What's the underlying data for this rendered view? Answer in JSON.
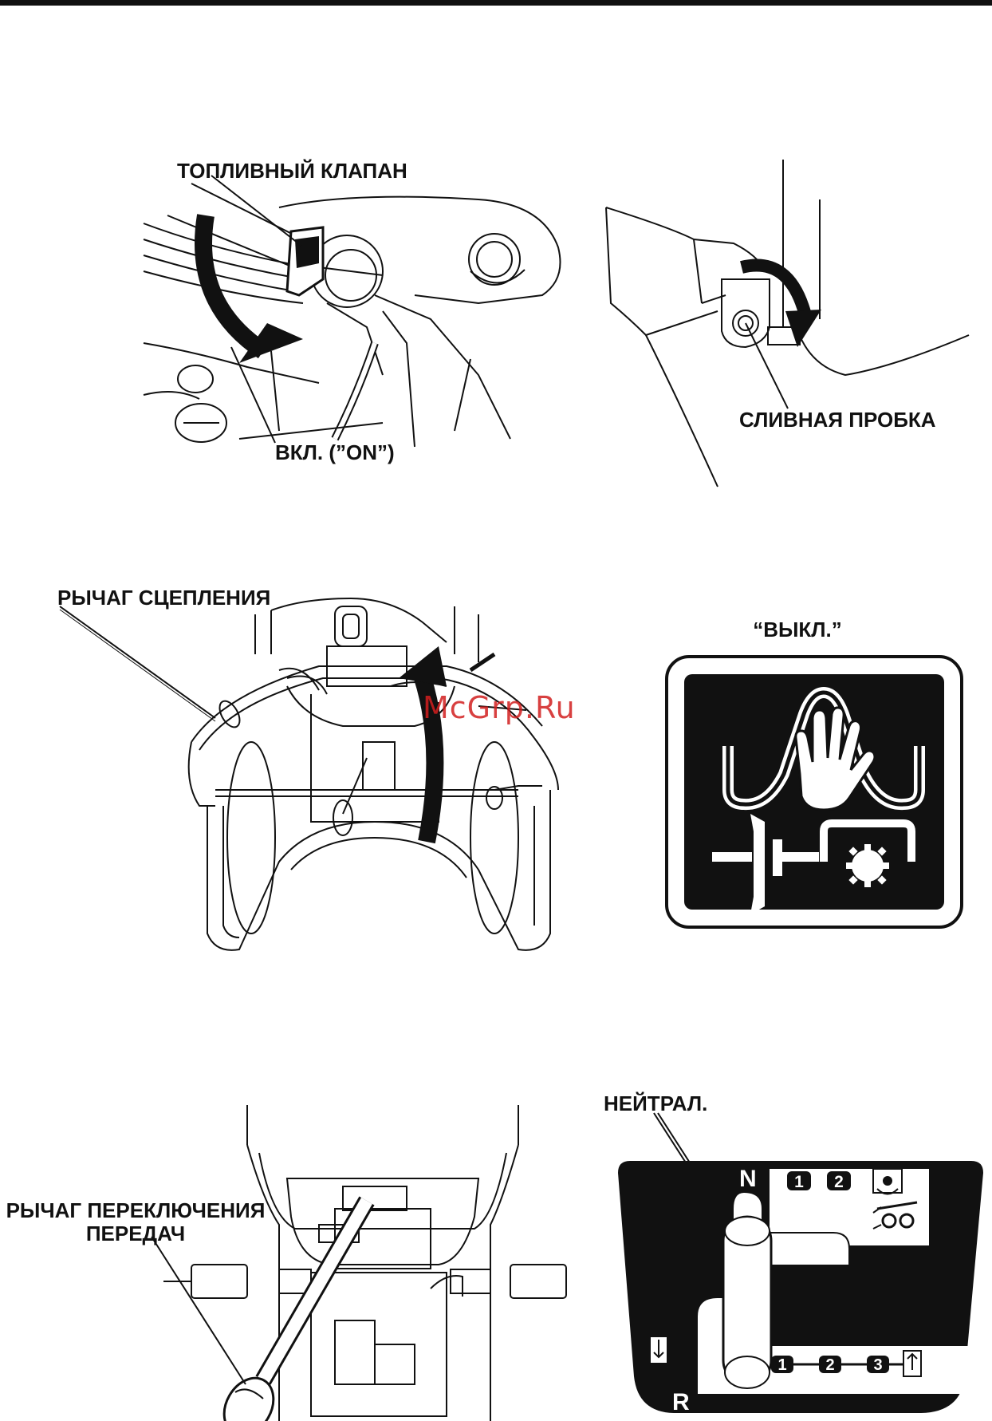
{
  "colors": {
    "ink": "#111111",
    "paper": "#ffffff",
    "watermark": "#d21f1f"
  },
  "panel_fuel_valve": {
    "title": "ТОПЛИВНЫЙ КЛАПАН",
    "state": "ВКЛ. (”ON”)"
  },
  "panel_drain": {
    "title": "СЛИВНАЯ ПРОБКА"
  },
  "panel_clutch": {
    "title": "РЫЧАГ СЦЕПЛЕНИЯ",
    "watermark": "McGrp.Ru"
  },
  "panel_off_sign": {
    "title": "“ВЫКЛ.”",
    "icons": [
      "hand-icon",
      "clutch-disengaged-icon",
      "gear-icon"
    ]
  },
  "panel_gear_lever": {
    "title_line1": "РЫЧАГ ПЕРЕКЛЮЧЕНИЯ",
    "title_line2": "ПЕРЕДАЧ"
  },
  "panel_shift_plate": {
    "title": "НЕЙТРАЛ.",
    "neutral": "N",
    "reverse": "R",
    "top_gears": [
      "1",
      "2"
    ],
    "bottom_gears": [
      "1",
      "2",
      "3"
    ],
    "icons": [
      "rotor-icon",
      "tiller-icon",
      "tine-down-icon",
      "tine-up-icon"
    ]
  }
}
